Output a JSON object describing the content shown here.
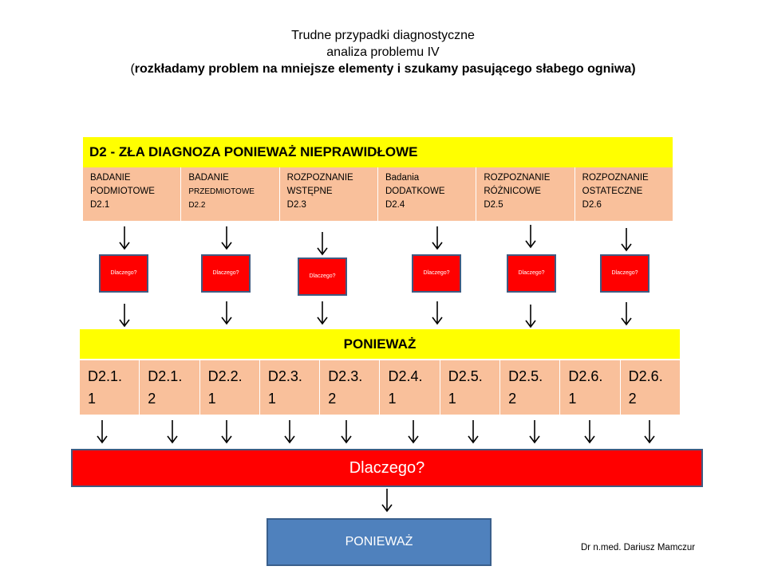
{
  "title": {
    "line1": "Trudne przypadki diagnostyczne",
    "line2": "analiza problemu IV",
    "line3_open": "(",
    "line3_bold": "rozkładamy problem na mniejsze elementy i szukamy pasującego słabego ogniwa)"
  },
  "header_bar": "D2 -  ZŁA DIAGNOZA PONIEWAŻ NIEPRAWIDŁOWE",
  "stages": [
    {
      "l1": "BADANIE",
      "l2": "PODMIOTOWE",
      "l3": "D2.1"
    },
    {
      "l1": "BADANIE",
      "l2": "PRZEDMIOTOWE",
      "l3": "D2.2"
    },
    {
      "l1": "ROZPOZNANIE",
      "l2": "WSTĘPNE",
      "l3": "D2.3"
    },
    {
      "l1": "Badania",
      "l2": "DODATKOWE",
      "l3": "D2.4"
    },
    {
      "l1": "ROZPOZNANIE",
      "l2": "RÓŻNICOWE",
      "l3": "D2.5"
    },
    {
      "l1": "ROZPOZNANIE",
      "l2": "OSTATECZNE",
      "l3": "D2.6"
    }
  ],
  "why_small": "Dlaczego?",
  "because_bar": "PONIEWAŻ",
  "codes": [
    {
      "a": "D2.1.",
      "b": "1"
    },
    {
      "a": "D2.1.",
      "b": "2"
    },
    {
      "a": "D2.2.",
      "b": "1"
    },
    {
      "a": "D2.3.",
      "b": "1"
    },
    {
      "a": "D2.3.",
      "b": "2"
    },
    {
      "a": "D2.4.",
      "b": "1"
    },
    {
      "a": "D2.5.",
      "b": "1"
    },
    {
      "a": "D2.5.",
      "b": "2"
    },
    {
      "a": "D2.6.",
      "b": "1"
    },
    {
      "a": "D2.6.",
      "b": "2"
    }
  ],
  "big_why": "Dlaczego?",
  "because_box": "PONIEWAŻ",
  "author": "Dr n.med. Dariusz Mamczur",
  "colors": {
    "yellow": "#ffff00",
    "peach": "#f9c09b",
    "red": "#ff0000",
    "blue": "#4f81bd",
    "border": "#3f5b82"
  }
}
